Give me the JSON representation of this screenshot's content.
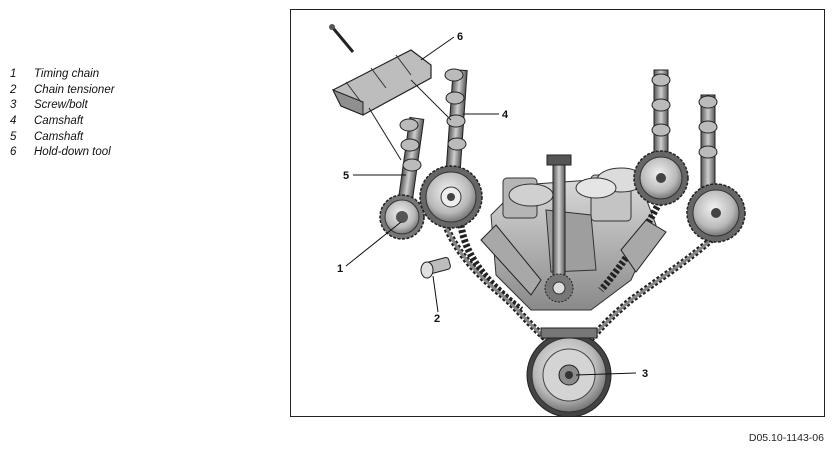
{
  "legend": [
    {
      "num": "1",
      "label": "Timing chain"
    },
    {
      "num": "2",
      "label": "Chain tensioner"
    },
    {
      "num": "3",
      "label": "Screw/bolt"
    },
    {
      "num": "4",
      "label": "Camshaft"
    },
    {
      "num": "5",
      "label": "Camshaft"
    },
    {
      "num": "6",
      "label": "Hold-down tool"
    }
  ],
  "callouts": {
    "c1": "1",
    "c2": "2",
    "c3": "3",
    "c4": "4",
    "c5": "5",
    "c6": "6"
  },
  "figure_id": "D05.10-1143-06"
}
